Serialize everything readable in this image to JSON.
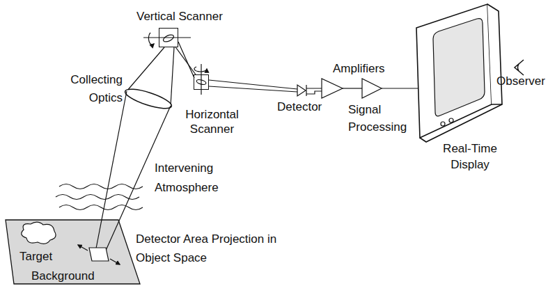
{
  "diagram": {
    "nodes": [
      {
        "text": [
          "Vertical Scanner"
        ]
      },
      {
        "text": [
          "Horizontal Scanner"
        ]
      },
      {
        "text": [
          "Target",
          "Background"
        ]
      }
    ],
    "edges": [
      {
        "from": 0,
        "to": 1,
        "arrow": "none"
      }
    ],
    "labels": [
      "Collecting Optics",
      "Intervening Atmosphere",
      "Detector Area Projection in Object Space",
      "Detector",
      "Amplifiers",
      "Signal Processing",
      "Real-Time Display",
      "Observer"
    ]
  }
}
